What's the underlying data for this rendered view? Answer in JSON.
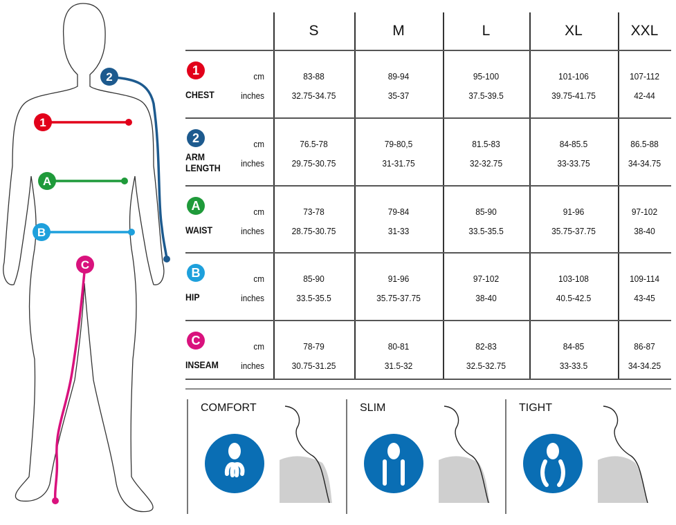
{
  "sizes": [
    "S",
    "M",
    "L",
    "XL",
    "XXL"
  ],
  "units": {
    "cm": "cm",
    "inches": "inches"
  },
  "measurements": [
    {
      "badge": "1",
      "name": "CHEST",
      "color": "#e2001a",
      "cm": [
        "83-88",
        "89-94",
        "95-100",
        "101-106",
        "107-112"
      ],
      "inches": [
        "32.75-34.75",
        "35-37",
        "37.5-39.5",
        "39.75-41.75",
        "42-44"
      ]
    },
    {
      "badge": "2",
      "name": "ARM LENGTH",
      "color": "#1d5a8e",
      "cm": [
        "76.5-78",
        "79-80,5",
        "81.5-83",
        "84-85.5",
        "86.5-88"
      ],
      "inches": [
        "29.75-30.75",
        "31-31.75",
        "32-32.75",
        "33-33.75",
        "34-34.75"
      ]
    },
    {
      "badge": "A",
      "name": "WAIST",
      "color": "#1f9a3a",
      "cm": [
        "73-78",
        "79-84",
        "85-90",
        "91-96",
        "97-102"
      ],
      "inches": [
        "28.75-30.75",
        "31-33",
        "33.5-35.5",
        "35.75-37.75",
        "38-40"
      ]
    },
    {
      "badge": "B",
      "name": "HIP",
      "color": "#1ea0dc",
      "cm": [
        "85-90",
        "91-96",
        "97-102",
        "103-108",
        "109-114"
      ],
      "inches": [
        "33.5-35.5",
        "35.75-37.75",
        "38-40",
        "40.5-42.5",
        "43-45"
      ]
    },
    {
      "badge": "C",
      "name": "INSEAM",
      "color": "#d9127d",
      "cm": [
        "78-79",
        "80-81",
        "82-83",
        "84-85",
        "86-87"
      ],
      "inches": [
        "30.75-31.25",
        "31.5-32",
        "32.5-32.75",
        "33-33.5",
        "34-34.25"
      ]
    }
  ],
  "fits": [
    "COMFORT",
    "SLIM",
    "TIGHT"
  ],
  "colors": {
    "fit_icon": "#0a6eb4",
    "shirt": "#cfcfcf"
  }
}
